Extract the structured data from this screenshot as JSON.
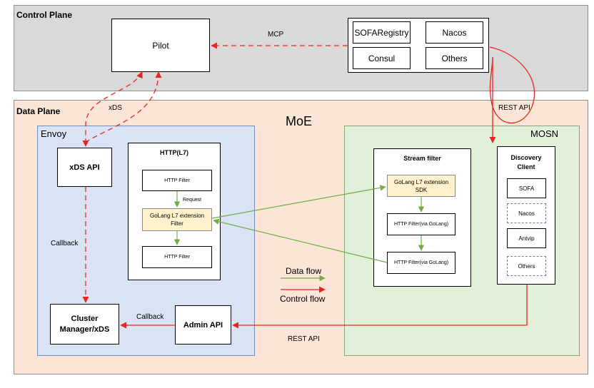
{
  "control_plane": {
    "title": "Control Plane",
    "pilot": "Pilot",
    "mcp": "MCP",
    "registries": [
      "SOFARegistry",
      "Nacos",
      "Consul",
      "Others"
    ]
  },
  "data_plane": {
    "title": "Data Plane",
    "moe": "MoE",
    "xds_label": "xDS",
    "rest_api_top": "REST API",
    "rest_api_bottom": "REST API",
    "callback_vertical": "Callback",
    "callback_horizontal": "Callback",
    "request": "Request"
  },
  "envoy": {
    "title": "Envoy",
    "xds_api": "xDS API",
    "cluster_manager_line1": "Cluster",
    "cluster_manager_line2": "Manager/xDS",
    "admin_api": "Admin API",
    "http_l7": {
      "title": "HTTP(L7)",
      "filter_top": "HTTP Filter",
      "golang_ext_line1": "GoLang L7 extension",
      "golang_ext_line2": "Filter",
      "filter_bottom": "HTTP Filter"
    }
  },
  "mosn": {
    "title": "MOSN",
    "stream_filter": {
      "title": "Stream filter",
      "sdk_line1": "GoLang L7 extension",
      "sdk_line2": "SDK",
      "filter_1": "HTTP Filter(via GoLang)",
      "filter_2": "HTTP Filter(via GoLang)"
    },
    "discovery_client": {
      "title_line1": "Discovery",
      "title_line2": "Client",
      "items": [
        "SOFA",
        "Nacos",
        "Antvip",
        "Others"
      ]
    }
  },
  "legend": {
    "data_flow": "Data flow",
    "control_flow": "Control flow"
  },
  "colors": {
    "control_arrow": "#e8251e",
    "data_arrow": "#70ad47",
    "control_plane_bg": "#d9d9d9",
    "data_plane_bg": "#fbe5d6",
    "envoy_bg": "#dae3f3",
    "mosn_bg": "#e2efd9",
    "highlight_bg": "#fff2cc"
  }
}
